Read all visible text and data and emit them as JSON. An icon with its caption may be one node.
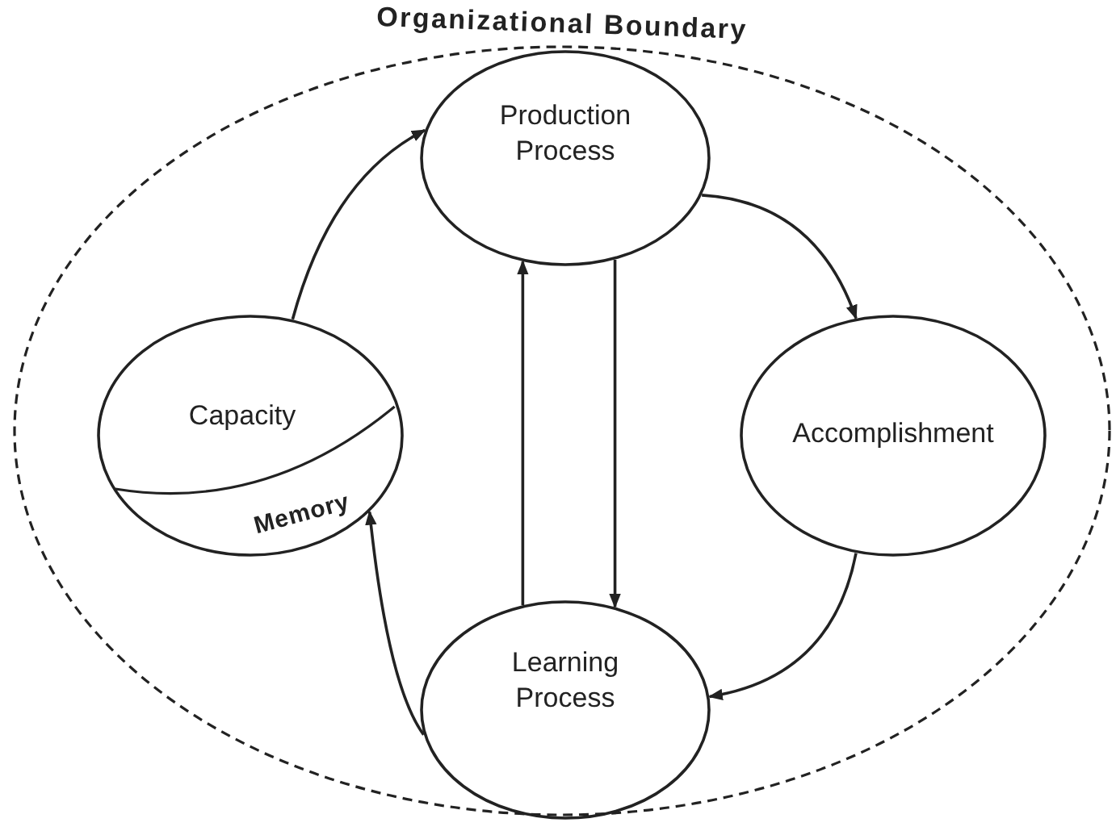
{
  "diagram": {
    "nodes": [
      {
        "text": [
          "Organizational Boundary"
        ]
      },
      {
        "text": [
          "Production Process"
        ],
        "in": 0
      },
      {
        "text": [
          "Capacity",
          "Memory"
        ],
        "in": 0
      },
      {
        "text": [
          "Accomplishment"
        ],
        "in": 0
      },
      {
        "text": [
          "Learning Process"
        ],
        "in": 0
      }
    ],
    "edges": [
      {
        "from": 2,
        "to": 1,
        "arrow": "to"
      },
      {
        "from": 1,
        "to": 3,
        "arrow": "to"
      },
      {
        "from": 3,
        "to": 4,
        "arrow": "to"
      },
      {
        "from": 4,
        "to": 2,
        "arrow": "to"
      },
      {
        "from": 4,
        "to": 1,
        "arrow": "to"
      },
      {
        "from": 1,
        "to": 4,
        "arrow": "to"
      }
    ]
  }
}
